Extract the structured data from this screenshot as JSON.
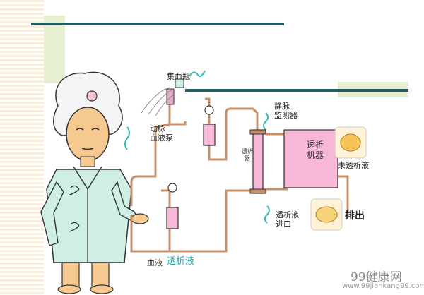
{
  "labels": {
    "top_label": "集血瓶",
    "left_label": "动脉\n血液泵",
    "right_top_label": "静脉\n监测器",
    "filter_label": "透析器",
    "machine_label": "透析\n机器",
    "side_top_label": "未透析液",
    "side_bottom_label": "透析液\n进口",
    "side_bottom_right": "排出",
    "bottom_label_black": "血液",
    "bottom_label_teal": "透析液"
  },
  "watermark": {
    "logo": "99健康网",
    "url": "www.99jiankang99.com"
  },
  "colors": {
    "tube": "#c7906a",
    "machine": "#f6b8d6",
    "top_line": "#1e5d63",
    "teal": "#3bb7b9"
  }
}
